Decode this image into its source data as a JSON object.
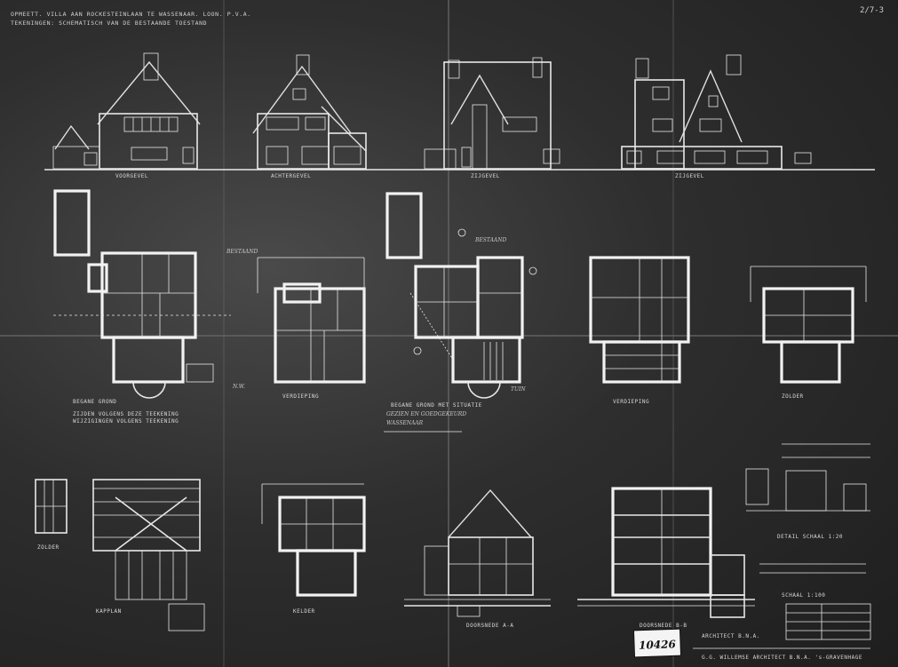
{
  "sheet": {
    "corner_ref": "2/7-3",
    "header_line_1": "OPMEETT. VILLA AAN ROCKESTEINLAAN TE WASSENAAR. LOON. P.V.A.",
    "header_line_2": "TEKENINGEN: SCHEMATISCH VAN DE BESTAANDE TOESTAND",
    "sheet_number": "10426",
    "architect_credit": "ARCHITECT B.N.A.",
    "bottom_note": "G.G. WILLEMSE ARCHITECT B.N.A. 's-GRAVENHAGE"
  },
  "captions": {
    "elev_1": "VOORGEVEL",
    "elev_2": "ACHTERGEVEL",
    "elev_3": "ZIJGEVEL",
    "elev_4": "ZIJGEVEL",
    "plan_1": "BEGANE GROND",
    "plan_2": "VERDIEPING",
    "plan_3": "BEGANE GROND MET SITUATIE",
    "plan_4": "VERDIEPING",
    "plan_5": "ZOLDER",
    "bottom_1": "ZOLDER",
    "bottom_2": "KAPPLAN",
    "bottom_3": "KELDER",
    "bottom_4": "DOORSNEDE A-A",
    "bottom_5": "DOORSNEDE B-B",
    "detail_1": "DETAIL SCHAAL 1:20",
    "detail_2": "SCHAAL 1:100"
  },
  "notes": {
    "plan_note_1": "ZIJDEN VOLGENS DEZE TEEKENING",
    "plan_note_2": "WIJZIGINGEN VOLGENS TEEKENING",
    "mid_note_1": "GEZIEN EN GOEDGEKEURD",
    "mid_note_2": "WASSENAAR"
  }
}
